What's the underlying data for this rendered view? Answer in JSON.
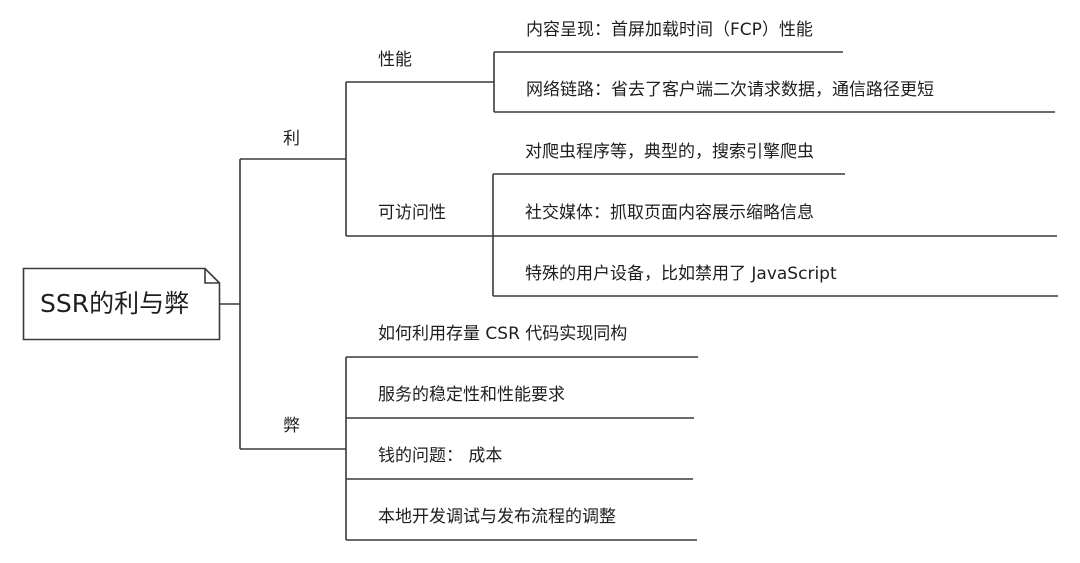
{
  "diagram": {
    "type": "mind-map",
    "root": {
      "label": "SSR的利与弊",
      "icon": "note-icon"
    },
    "branches": [
      {
        "label": "利",
        "children": [
          {
            "label": "性能",
            "children": [
              {
                "label": "内容呈现：首屏加载时间（FCP）性能"
              },
              {
                "label": "网络链路：省去了客户端二次请求数据，通信路径更短"
              }
            ]
          },
          {
            "label": "可访问性",
            "children": [
              {
                "label": "对爬虫程序等，典型的，搜索引擎爬虫"
              },
              {
                "label": "社交媒体：抓取页面内容展示缩略信息"
              },
              {
                "label": "特殊的用户设备，比如禁用了 JavaScript"
              }
            ]
          }
        ]
      },
      {
        "label": "弊",
        "children": [
          {
            "label": "如何利用存量 CSR 代码实现同构"
          },
          {
            "label": "服务的稳定性和性能要求"
          },
          {
            "label": "钱的问题： 成本"
          },
          {
            "label": "本地开发调试与发布流程的调整"
          }
        ]
      }
    ],
    "colors": {
      "line": "#3a3a3a",
      "text": "#1e1e1e",
      "background": "#ffffff"
    }
  }
}
